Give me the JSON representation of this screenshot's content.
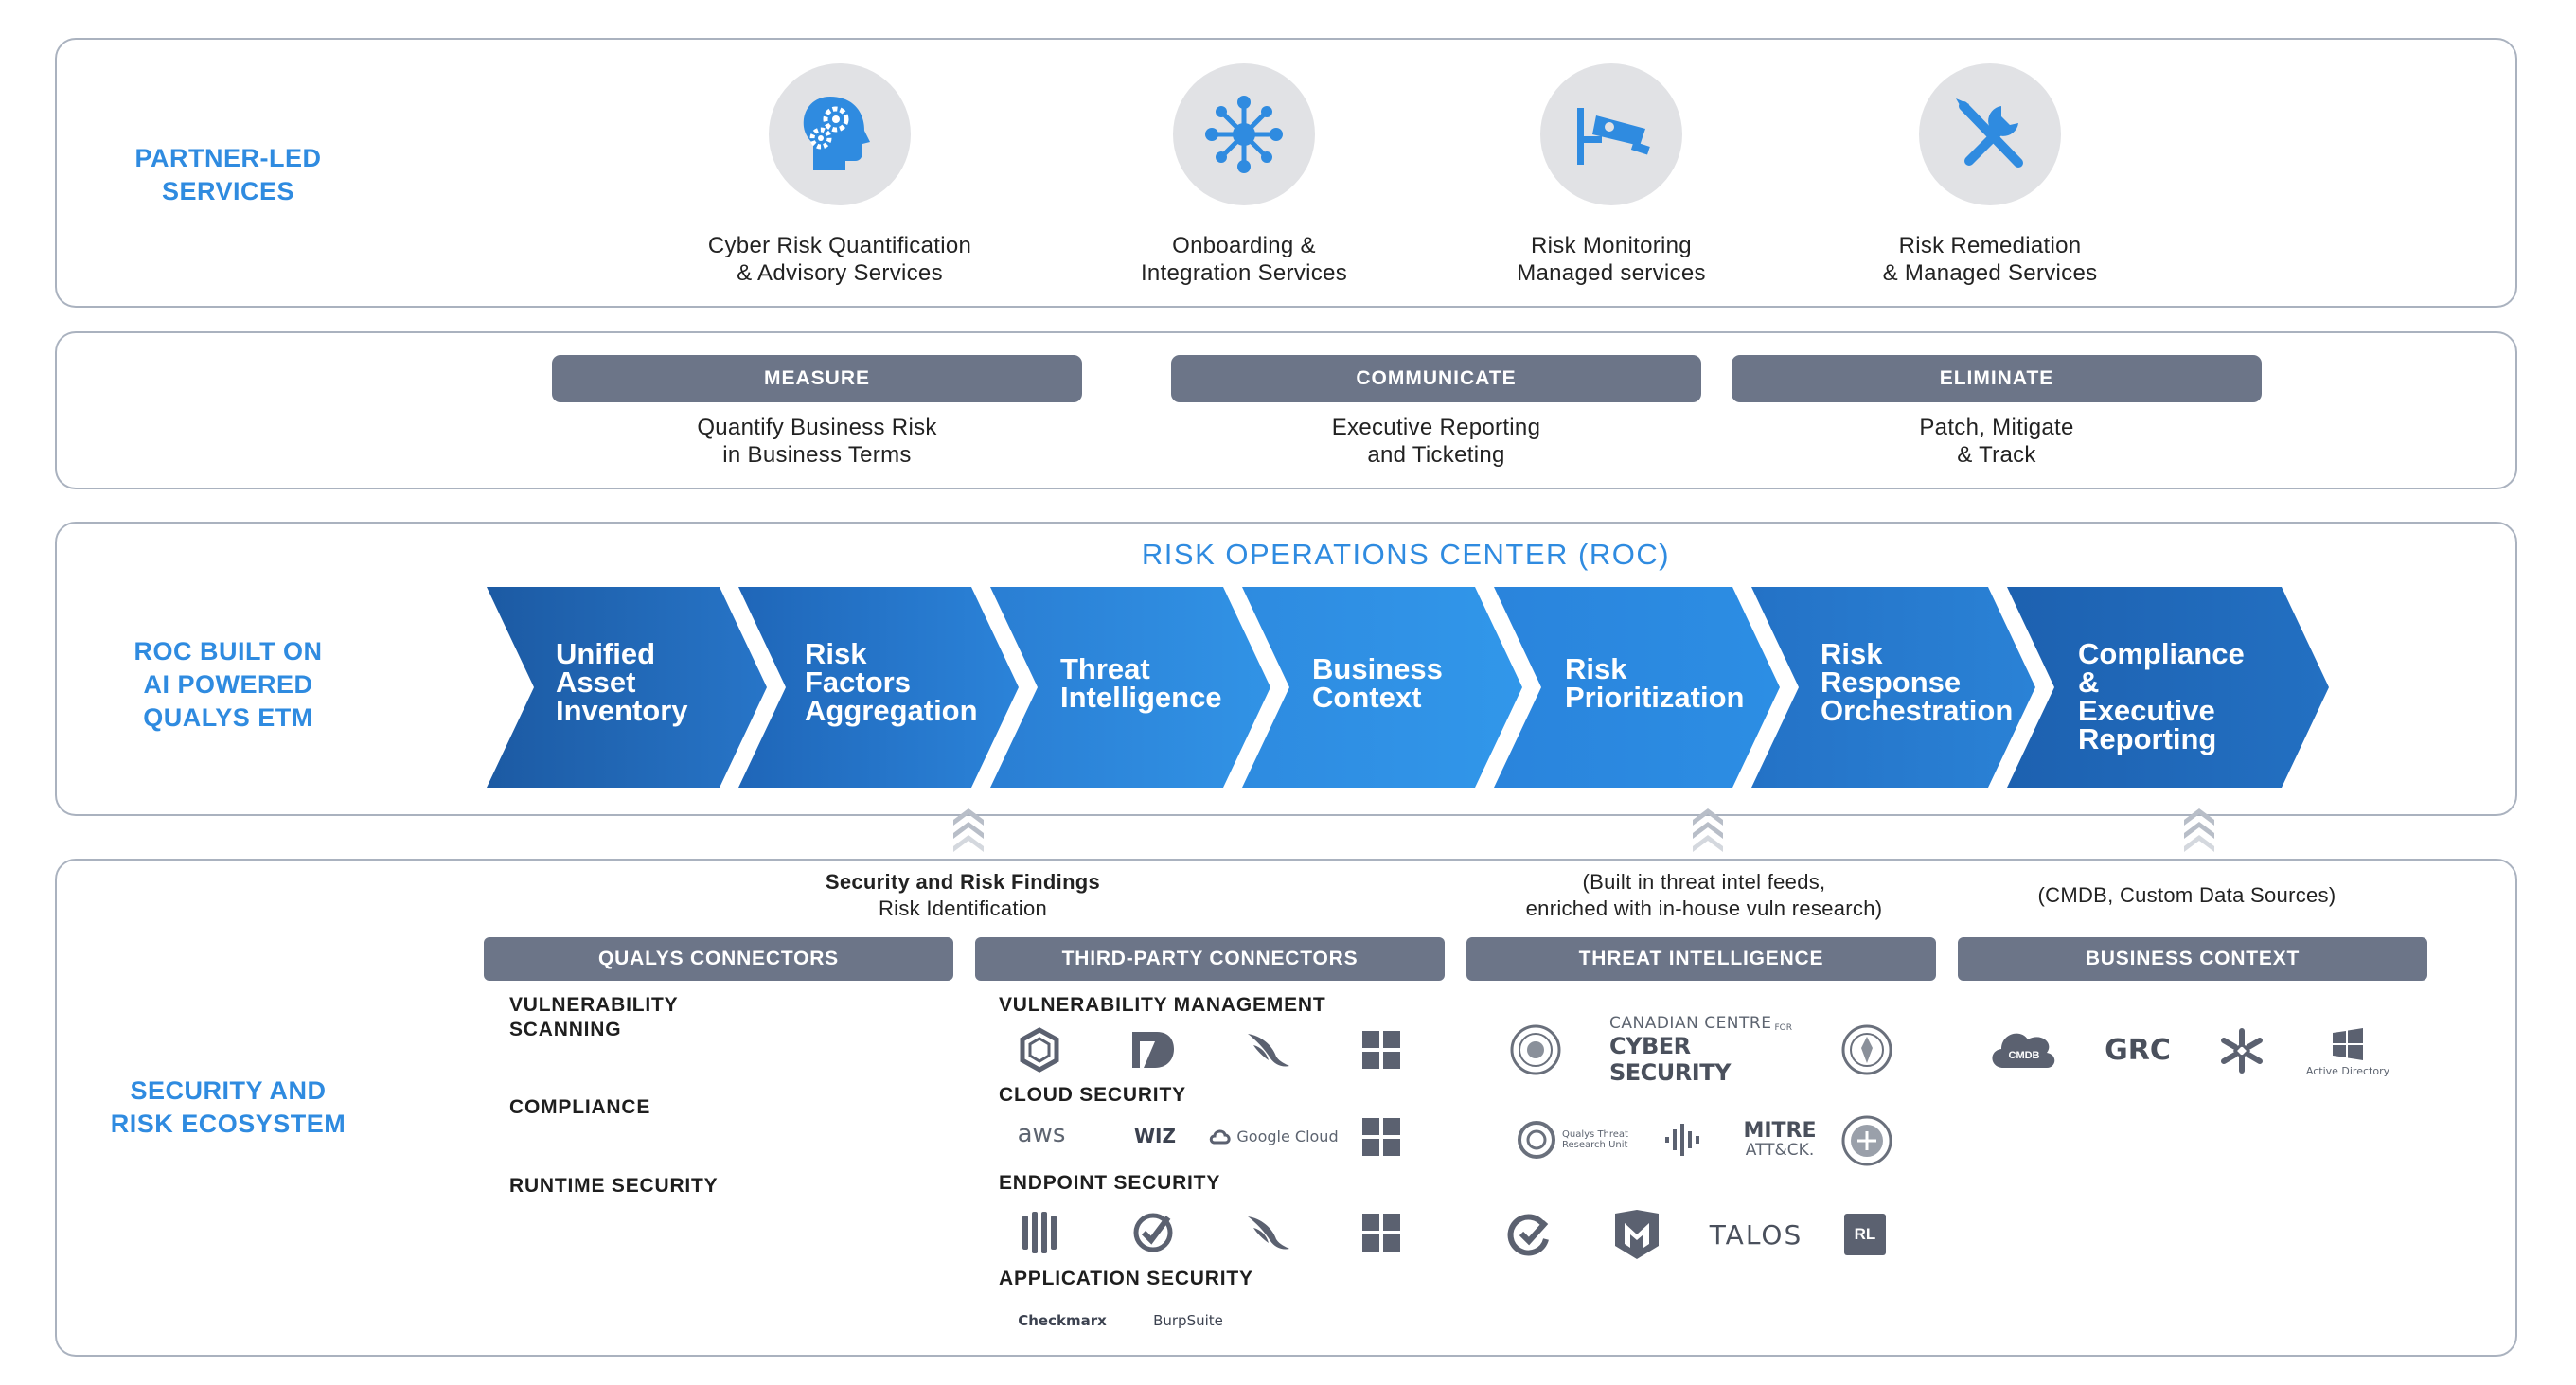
{
  "partner": {
    "label": "PARTNER-LED\nSERVICES",
    "services": [
      {
        "icon": "brain-gears-icon",
        "caption": "Cyber Risk Quantification\n& Advisory Services"
      },
      {
        "icon": "network-hub-icon",
        "caption": "Onboarding &\nIntegration Services"
      },
      {
        "icon": "security-camera-icon",
        "caption": "Risk Monitoring\nManaged services"
      },
      {
        "icon": "wrench-screwdriver-icon",
        "caption": "Risk Remediation\n& Managed Services"
      }
    ]
  },
  "phases": [
    {
      "label": "MEASURE",
      "desc": "Quantify Business Risk\nin Business Terms"
    },
    {
      "label": "COMMUNICATE",
      "desc": "Executive Reporting\nand Ticketing"
    },
    {
      "label": "ELIMINATE",
      "desc": "Patch, Mitigate\n& Track"
    }
  ],
  "roc": {
    "label": "ROC BUILT ON\nAI POWERED\nQUALYS ETM",
    "title": "RISK OPERATIONS CENTER (ROC)",
    "steps": [
      "Unified\nAsset\nInventory",
      "Risk\nFactors\nAggregation",
      "Threat\nIntelligence",
      "Business\nContext",
      "Risk\nPrioritization",
      "Risk\nResponse\nOrchestration",
      "Compliance\n& Executive\nReporting"
    ]
  },
  "ecosystem": {
    "label": "SECURITY AND\nRISK ECOSYSTEM",
    "notes": {
      "findings_bold": "Security and Risk Findings",
      "findings": "Risk Identification",
      "threat": "(Built in threat intel feeds,\nenriched with in-house vuln research)",
      "business": "(CMDB, Custom Data Sources)"
    },
    "categories": [
      "QUALYS CONNECTORS",
      "THIRD-PARTY CONNECTORS",
      "THREAT INTELLIGENCE",
      "BUSINESS CONTEXT"
    ],
    "qualys_items": [
      "VULNERABILITY\nSCANNING",
      "COMPLIANCE",
      "RUNTIME SECURITY"
    ],
    "third_party_groups": [
      "VULNERABILITY MANAGEMENT",
      "CLOUD SECURITY",
      "ENDPOINT SECURITY",
      "APPLICATION SECURITY"
    ],
    "logos": {
      "aws": "aws",
      "wiz": "WIZ",
      "google_cloud": "Google Cloud",
      "checkmarx": "Checkmarx",
      "burp": "BurpSuite",
      "cccs_top": "CANADIAN CENTRE",
      "cccs_for": "FOR",
      "cccs_bottom": "CYBER SECURITY",
      "qualys_tru": "Qualys Threat\nResearch Unit",
      "mitre": "MITRE",
      "attck": "ATT&CK.",
      "talos": "TALOS",
      "rl": "RL",
      "cmdb": "CMDB",
      "grc": "GRC",
      "active_directory": "Active Directory"
    }
  },
  "colors": {
    "accent": "#2f8be0",
    "pill": "#6c7588",
    "chevron_dark": "#1f5fa6",
    "chevron_light": "#2b86e0"
  }
}
